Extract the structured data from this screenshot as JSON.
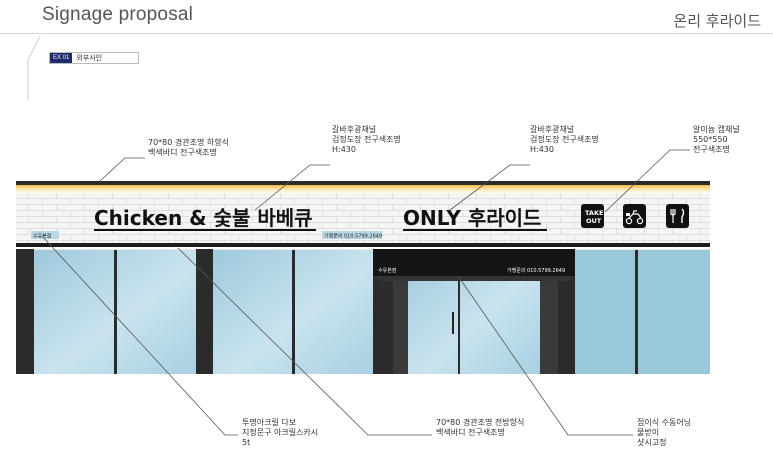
{
  "header": {
    "title": "Signage proposal",
    "brand": "온리 후라이드"
  },
  "tag": {
    "code": "EX 01",
    "label": "외부사인"
  },
  "signboard": {
    "main_text": "Chicken & 숯불 바베큐",
    "right_text": "ONLY 후라이드",
    "small_left_label": "수유본점",
    "franchise_inquiry": "가맹문의 010.5799.2649",
    "takeout_line1": "TAKE",
    "takeout_line2": "OUT"
  },
  "awning": {
    "left_label": "수유본점",
    "right_text": "가맹문의 010.5799.2649"
  },
  "callouts": {
    "top_left": [
      "70*80 경관조명 하향식",
      "백색바디 전구색조명"
    ],
    "top_mid": [
      "갈바후광채널",
      "검정도장 전구색조명",
      "H:430"
    ],
    "top_right": [
      "갈바후광채널",
      "검정도장 전구색조명",
      "H:430"
    ],
    "top_far_right": [
      "알미늄 캡채널",
      "550*550",
      "전구색조명"
    ],
    "bottom_left": [
      "투명아크릴 다보",
      "지정문구 아크릴스카시",
      "5t"
    ],
    "bottom_mid": [
      "70*80 경관조명 전방향식",
      "백색바디 전구색조명"
    ],
    "bottom_right": [
      "접이식 수동어닝",
      "물받이",
      "샷시고정"
    ]
  },
  "colors": {
    "fascia_light": "#f7c54a",
    "brick": "#f4f4f4",
    "sign_black": "#1a1a1a",
    "glass": "#a9cfe0",
    "badge": "#1f2b6e"
  }
}
